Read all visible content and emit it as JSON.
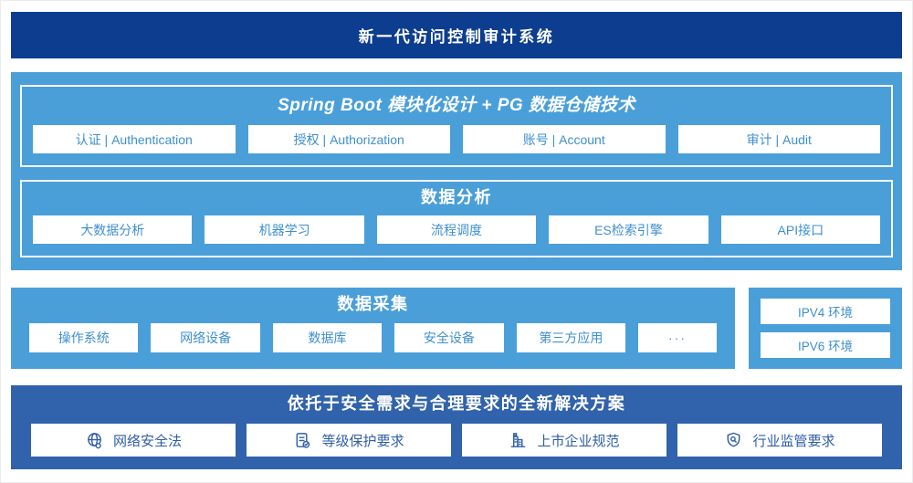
{
  "colors": {
    "navy": "#0d3d8f",
    "light_blue": "#4a9fd9",
    "medium_blue": "#3162ac",
    "box_text_blue": "#3e8fd0",
    "solution_text_blue": "#2f5fa8",
    "white": "#ffffff"
  },
  "banner": {
    "title": "新一代访问控制审计系统"
  },
  "platform": {
    "springboot": {
      "title": "Spring Boot 模块化设计 + PG 数据仓储技术",
      "boxes": [
        "认证 | Authentication",
        "授权 | Authorization",
        "账号 | Account",
        "审计 | Audit"
      ]
    },
    "analysis": {
      "title": "数据分析",
      "boxes": [
        "大数据分析",
        "机器学习",
        "流程调度",
        "ES检索引擎",
        "API接口"
      ]
    }
  },
  "collection": {
    "title": "数据采集",
    "boxes": [
      "操作系统",
      "网络设备",
      "数据库",
      "安全设备",
      "第三方应用",
      "···"
    ]
  },
  "env": {
    "boxes": [
      "IPV4 环境",
      "IPV6 环境"
    ]
  },
  "solution": {
    "title": "依托于安全需求与合理要求的全新解决方案",
    "boxes": [
      {
        "icon": "globe-icon",
        "label": "网络安全法"
      },
      {
        "icon": "document-check-icon",
        "label": "等级保护要求"
      },
      {
        "icon": "building-icon",
        "label": "上市企业规范"
      },
      {
        "icon": "shield-search-icon",
        "label": "行业监管要求"
      }
    ]
  }
}
